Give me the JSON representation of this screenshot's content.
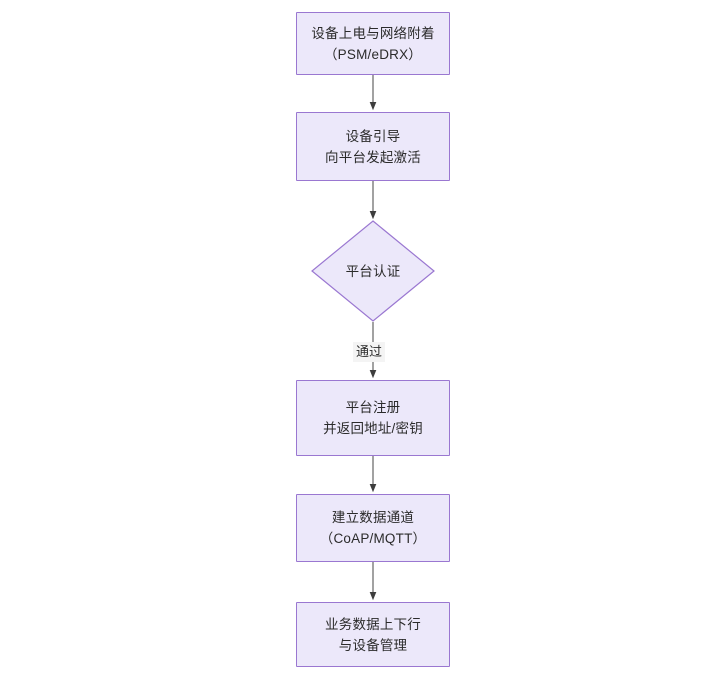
{
  "diagram": {
    "type": "flowchart",
    "orientation": "top-to-bottom",
    "background_color": "#ffffff",
    "node_fill_color": "#ece8fa",
    "node_border_color": "#9a77d1",
    "edge_color": "#555555",
    "text_color": "#2b2b2b",
    "nodes": [
      {
        "id": "n1",
        "shape": "rectangle",
        "line1": "设备上电与网络附着",
        "line2": "（PSM/eDRX）",
        "text": "设备上电与网络附着\n（PSM/eDRX）"
      },
      {
        "id": "n2",
        "shape": "rectangle",
        "line1": "设备引导",
        "line2": "向平台发起激活",
        "text": "设备引导\n向平台发起激活"
      },
      {
        "id": "n3",
        "shape": "diamond",
        "line1": "平台认证",
        "line2": "",
        "text": "平台认证"
      },
      {
        "id": "n4",
        "shape": "rectangle",
        "line1": "平台注册",
        "line2": "并返回地址/密钥",
        "text": "平台注册\n并返回地址/密钥"
      },
      {
        "id": "n5",
        "shape": "rectangle",
        "line1": "建立数据通道",
        "line2": "（CoAP/MQTT）",
        "text": "建立数据通道\n（CoAP/MQTT）"
      },
      {
        "id": "n6",
        "shape": "rectangle",
        "line1": "业务数据上下行",
        "line2": "与设备管理",
        "text": "业务数据上下行\n与设备管理"
      }
    ],
    "edges": [
      {
        "id": "e1",
        "from": "n1",
        "to": "n2",
        "label": ""
      },
      {
        "id": "e2",
        "from": "n2",
        "to": "n3",
        "label": ""
      },
      {
        "id": "e3",
        "from": "n3",
        "to": "n4",
        "label": "通过"
      },
      {
        "id": "e4",
        "from": "n4",
        "to": "n5",
        "label": ""
      },
      {
        "id": "e5",
        "from": "n5",
        "to": "n6",
        "label": ""
      }
    ]
  }
}
